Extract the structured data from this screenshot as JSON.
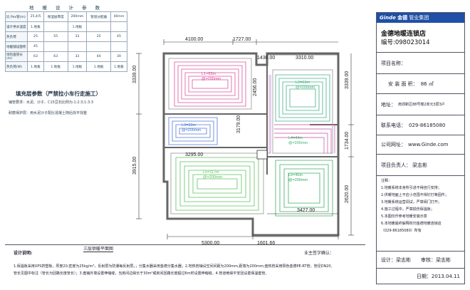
{
  "params_table": {
    "headers": [
      "地 暖 设 计 参 数",
      "",
      "",
      "",
      ""
    ],
    "rows": [
      [
        "比 Pex管(m)",
        "25,4/5",
        "保温层厚度",
        "200mm",
        "管道分配器",
        "40mm"
      ],
      [
        "设计供水温度",
        "1.地板",
        "",
        "1.地板",
        "",
        ""
      ],
      [
        "热负荷",
        "25",
        "55",
        "33",
        "25",
        "45"
      ],
      [
        "地暖铺设面积",
        "45",
        "",
        "",
        "",
        ""
      ],
      [
        "地热盘管长(m)",
        "63",
        "63",
        "33",
        "44",
        "30"
      ],
      [
        "热负荷(W)",
        "1.地板",
        "1.地板",
        "1.地板",
        "1.地板",
        "1.地板"
      ]
    ]
  },
  "fill_params": {
    "title": "填充层参数（严禁拉小车行走施工）",
    "line1": "铺管要求：水泥、沙子、C15豆石比例为:1:2:3;1:3:3",
    "line2": "耐磨保护层：用水泥沙子配比混凝土随后找平找整"
  },
  "design_note": {
    "label": "设计说明:",
    "floor_label": "三层供暖平面图",
    "installer_label": "业主签字确认：",
    "text1": "1.保温板采用XPS挤塑板，厚度20,密度为25kg/m³，反射层为防潮每反射层，；分集水器采用金德分集水器；2.地热管铺设空间间距为200mm,距墙为200mm;盘热管采用阳色金德PE-RT管，管径DN20,",
    "text2": "管长见图中标注（管长为回路长度管长）；3.盘铺外墙设置伸缩缝，当房间边缘长于30m²或房间回路长度超过6m时设置伸缩缝。4.管道绝缘平安回设置保温套管。"
  },
  "title_block": {
    "logo_en": "Ginde",
    "logo_cn": "金德",
    "group": "管业集团",
    "shop": "金德地暖连锁店",
    "serial": "编号:098023014",
    "project_name_label": "项目名称：",
    "area_label": "安 装 面 积：",
    "area_value": "86 ㎡",
    "address_label": "地址：",
    "address_value": "南郊新区88号楼2单元3层3户",
    "phone_label": "联系电话：",
    "phone_value": "029-86185080",
    "web_label": "公司网址：",
    "web_value": "www.Ginde.com",
    "manager_label": "项目负责人：",
    "manager_value": "梁志彬",
    "notes_label": "注释：",
    "notes": [
      "1.地暖系统本身所引进不得自行安排；",
      "2.供暖地面上不应小范围不得钉打等固件；",
      "3.地暖系统运营调试，严禁阀门打开；",
      "4.施工过程中，严禁损伤保温板；",
      "5.本图仅作参考地暖安装示意",
      "6.本地暖最终解释权归金德地暖连锁店",
      "（029-86185080）所有"
    ],
    "designer_label": "设计：",
    "designer_value": "梁志彬",
    "checker_label": "审核：",
    "checker_value": "梁志彬",
    "date_label": "日期：",
    "date_value": "2013.04.11"
  },
  "plan": {
    "dims": {
      "top1": "4100.00",
      "top2": "1727.00",
      "top3": "1430.00",
      "top4": "3310.00",
      "left1": "3339.00",
      "left2": "3915.00",
      "inner1": "3295.00",
      "inner2": "3179.00",
      "inner3": "2456.00",
      "right1": "1734.00",
      "right2": "2620.00",
      "right3": "3339.00",
      "bot1": "5300.00",
      "bot2": "1601.66",
      "bot3": "3427.00"
    },
    "loops": [
      {
        "id": "loop1",
        "label": "L1=63m",
        "sub": "@=200mm",
        "color": "#d93f8f"
      },
      {
        "id": "loop2",
        "label": "L2=63m",
        "sub": "@=200mm",
        "color": "#3fae7a"
      },
      {
        "id": "loop3",
        "label": "L3=33m",
        "sub": "@=200mm",
        "color": "#3e6fd1"
      },
      {
        "id": "loop4",
        "label": "L4=44m",
        "sub": "@=200mm",
        "color": "#3fb36a"
      },
      {
        "id": "loop5",
        "label": "L5=117m",
        "sub": "@=200mm",
        "color": "#5bbf5b"
      },
      {
        "id": "loop6",
        "label": "L6=45m",
        "sub": "@=200mm",
        "color": "#2fa95e"
      }
    ]
  }
}
